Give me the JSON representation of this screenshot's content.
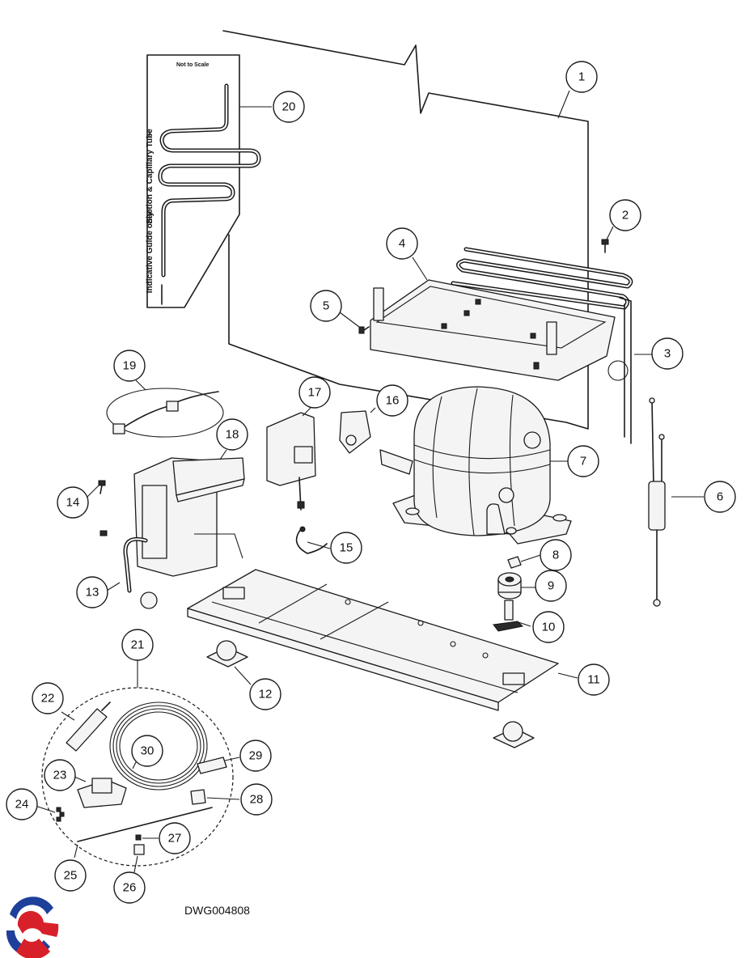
{
  "drawing_number": "DWG004808",
  "guide": {
    "not_to_scale": "Not to Scale",
    "suction_label": "Suction & Capillary Tube",
    "indicative_label": "Indicative Guide only"
  },
  "callouts": [
    "1",
    "2",
    "3",
    "4",
    "5",
    "6",
    "7",
    "8",
    "9",
    "10",
    "11",
    "12",
    "13",
    "14",
    "15",
    "16",
    "17",
    "18",
    "19",
    "20",
    "21",
    "22",
    "23",
    "24",
    "25",
    "26",
    "27",
    "28",
    "29",
    "30"
  ],
  "logo": {
    "colors": [
      "#1e3f9a",
      "#d8202a"
    ]
  }
}
